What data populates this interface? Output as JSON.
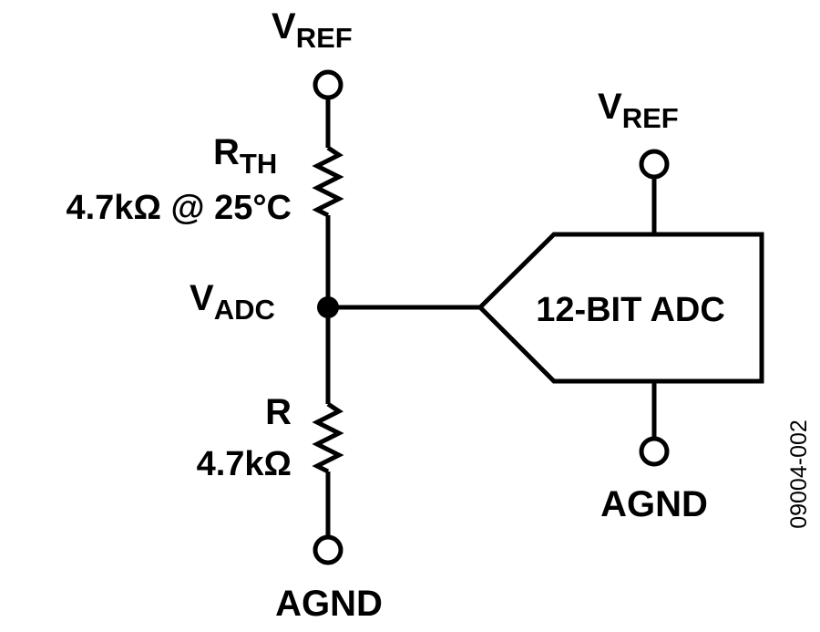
{
  "diagram": {
    "left_branch": {
      "top_terminal": {
        "label_main": "V",
        "label_sub": "REF"
      },
      "thermistor": {
        "label_main": "R",
        "label_sub": "TH",
        "value": "4.7kΩ @ 25°C"
      },
      "node": {
        "label_main": "V",
        "label_sub": "ADC"
      },
      "resistor": {
        "label": "R",
        "value": "4.7kΩ"
      },
      "bottom_terminal": {
        "label": "AGND"
      }
    },
    "adc": {
      "label": "12-BIT ADC",
      "top_terminal": {
        "label_main": "V",
        "label_sub": "REF"
      },
      "bottom_terminal": {
        "label": "AGND"
      }
    },
    "figure_id": "09004-002",
    "colors": {
      "stroke": "#000000",
      "background": "#ffffff"
    }
  }
}
